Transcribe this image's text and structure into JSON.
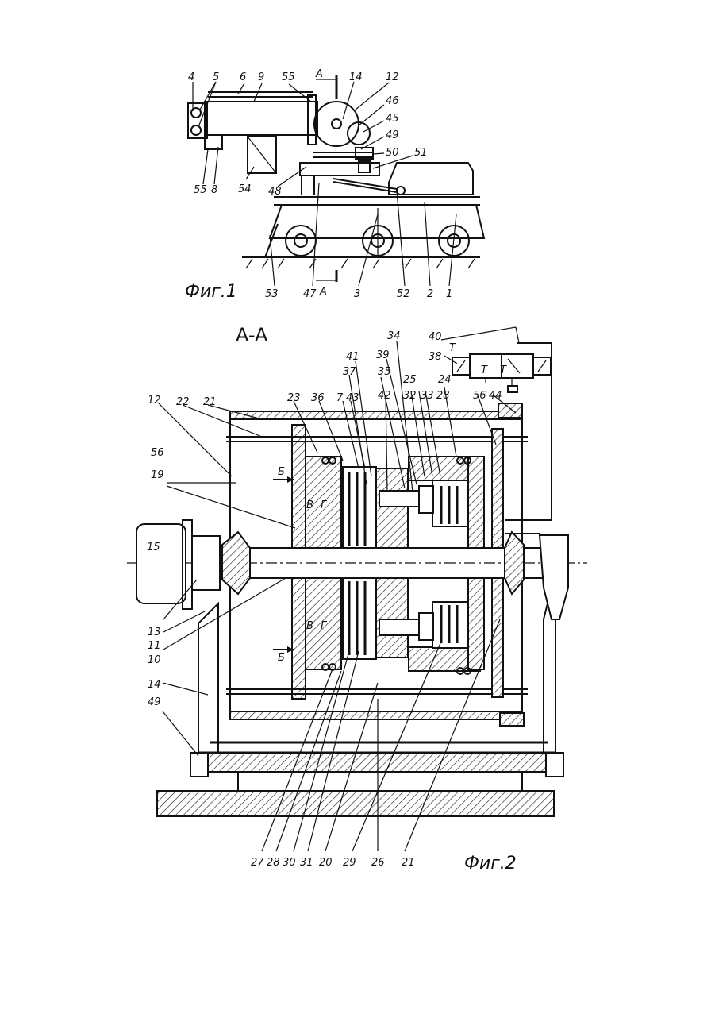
{
  "fig1": {
    "caption": "Фиг.1",
    "section_mark": "A",
    "labels_top": [
      "4",
      "5",
      "6",
      "9",
      "55",
      "A",
      "14",
      "12",
      "46",
      "45",
      "49",
      "50",
      "51"
    ],
    "labels_left": [
      "55",
      "8",
      "54",
      "48"
    ],
    "labels_bottom": [
      "53",
      "47",
      "A",
      "3",
      "52",
      "2",
      "1"
    ]
  },
  "fig2": {
    "section_title": "A-A",
    "caption": "Фиг.2",
    "labels_top": [
      "34",
      "39",
      "41",
      "37",
      "35",
      "40",
      "38",
      "25",
      "24",
      "32",
      "33",
      "28",
      "36",
      "7",
      "43",
      "42",
      "23",
      "21",
      "22",
      "12",
      "56",
      "44"
    ],
    "labels_left": [
      "56",
      "19",
      "15",
      "13",
      "11",
      "10",
      "14",
      "49"
    ],
    "labels_bottom": [
      "27",
      "28",
      "30",
      "31",
      "20",
      "29",
      "26",
      "21"
    ],
    "inner_letters": [
      "Б",
      "В",
      "Г",
      "В",
      "Г",
      "Б"
    ],
    "valve_marks": [
      "T",
      "T",
      "T"
    ]
  }
}
